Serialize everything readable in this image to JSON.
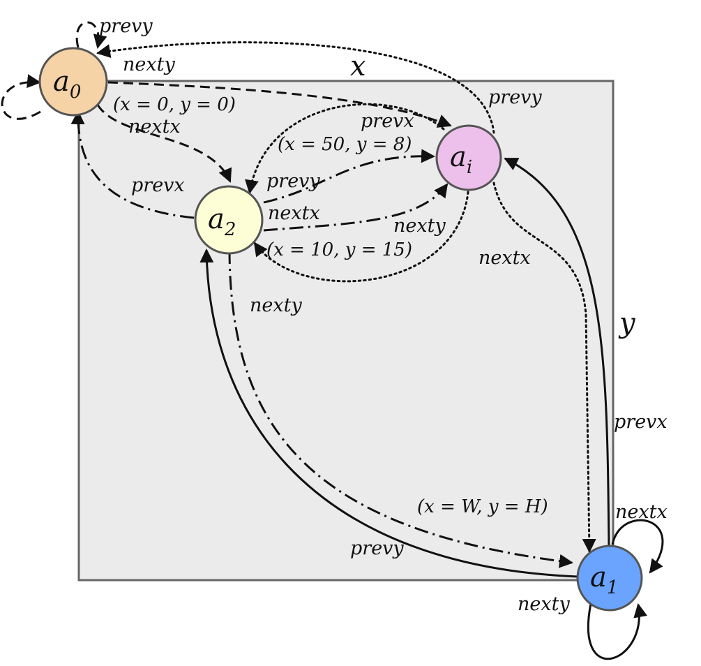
{
  "axes": {
    "x_label": "x",
    "y_label": "y"
  },
  "nodes": {
    "a0": {
      "base": "a",
      "sub": "0",
      "color": "#f6d3a6"
    },
    "a1": {
      "base": "a",
      "sub": "1",
      "color": "#6aa4ff"
    },
    "a2": {
      "base": "a",
      "sub": "2",
      "color": "#fefed6"
    },
    "ai": {
      "base": "a",
      "sub": "i",
      "color": "#edc0ec"
    }
  },
  "coords": {
    "a0": "(x = 0, y = 0)",
    "ai": "(x = 50, y = 8)",
    "a2": "(x = 10, y = 15)",
    "a1": "(x = W, y = H)"
  },
  "edge_labels": {
    "a0_prevy": "prevy",
    "a0_nexty": "nexty",
    "a0_nextx": "nextx",
    "a2_prevx": "prevx",
    "a2_prevy": "prevy",
    "a2_nextx": "nextx",
    "a2_nexty": "nexty",
    "ai_prevy": "prevy",
    "ai_prevx": "prevx",
    "ai_nexty": "nexty",
    "ai_nextx": "nextx",
    "a1_prevx": "prevx",
    "a1_nextx": "nextx",
    "a1_nexty": "nexty",
    "a1_prevy": "prevy"
  },
  "colors": {
    "region_fill": "#ebebeb",
    "region_stroke": "#666666",
    "node_stroke": "#555555"
  }
}
